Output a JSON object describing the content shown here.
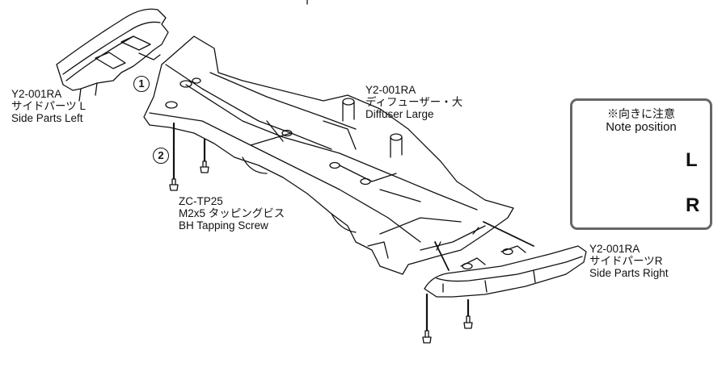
{
  "labels": {
    "side_left": {
      "code": "Y2-001RA",
      "jp": "サイドパーツ L",
      "en": "Side Parts Left"
    },
    "diffuser": {
      "code": "Y2-001RA",
      "jp": "ディフューザー・大",
      "en": "Diffuser Large"
    },
    "screw": {
      "code": "ZC-TP25",
      "jp": "M2x5 タッピングビス",
      "en": "BH Tapping Screw"
    },
    "side_right": {
      "code": "Y2-001RA",
      "jp": "サイドパーツR",
      "en": "Side Parts Right"
    }
  },
  "steps": {
    "one": "1",
    "two": "2"
  },
  "note": {
    "title_jp": "※向きに注意",
    "title_en": "Note position",
    "left_mark": "L",
    "right_mark": "R",
    "border_color": "#666666"
  }
}
